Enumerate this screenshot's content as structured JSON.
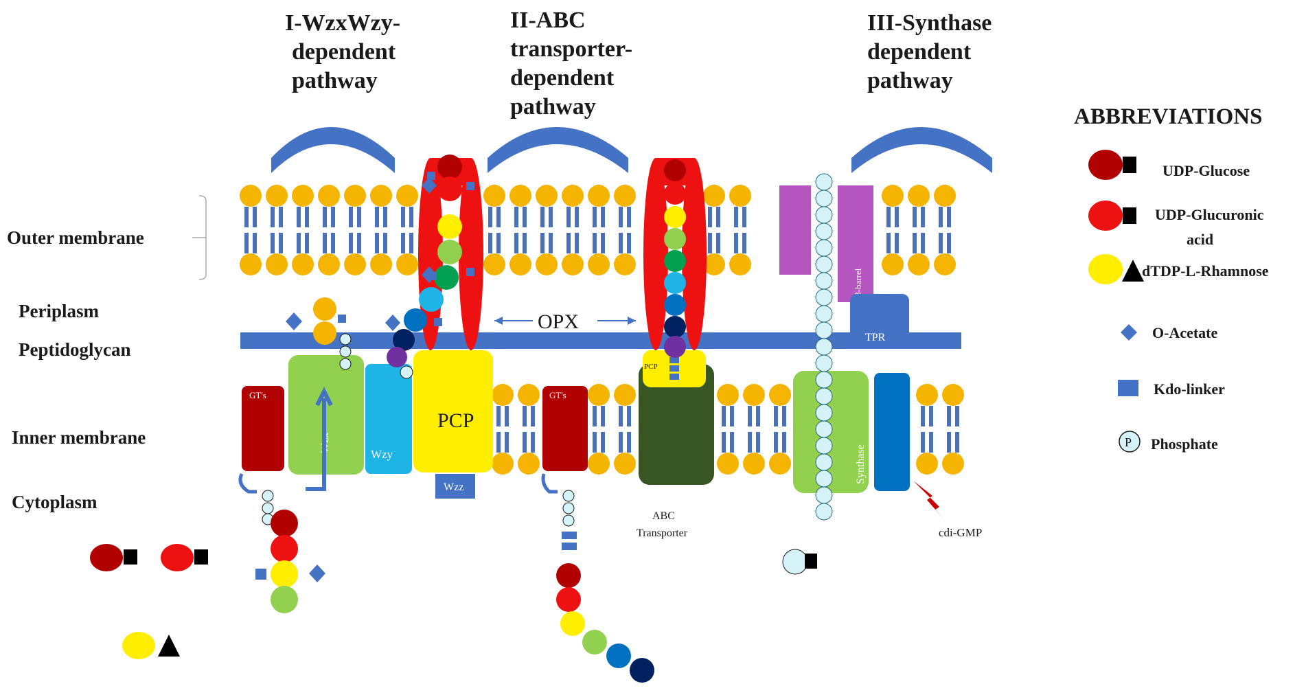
{
  "pathways": {
    "wzx": [
      "I-WzxWzy-",
      "dependent",
      "pathway"
    ],
    "abc": [
      "II-ABC",
      "transporter-",
      "dependent",
      "pathway"
    ],
    "synthase": [
      "III-Synthase",
      "dependent",
      "pathway"
    ]
  },
  "regions": {
    "outer_membrane": "Outer membrane",
    "periplasm": "Periplasm",
    "peptidoglycan": "Peptidoglycan",
    "inner_membrane": "Inner membrane",
    "cytoplasm": "Cytoplasm"
  },
  "proteins": {
    "gts_1": "GT's",
    "wzx": "Wzx",
    "wzy": "Wzy",
    "pcp_main": "PCP",
    "wzz": "Wzz",
    "gts_2": "GT's",
    "pcp_small": "PCP",
    "abc_transporter": [
      "ABC",
      "Transporter"
    ],
    "synthase": "Synthase",
    "beta_barrel": "β-barrel",
    "tpr": "TPR",
    "cdi_gmp": "cdi-GMP",
    "opx": "OPX",
    "phosphate_symbol": "P"
  },
  "abbreviations": {
    "heading": "ABBREVIATIONS",
    "items": [
      {
        "label": [
          "UDP-Glucose"
        ],
        "color": "#B00000"
      },
      {
        "label": [
          "UDP-Glucuronic",
          "acid"
        ],
        "color": "#EE1111"
      },
      {
        "label": [
          "dTDP-L-Rhamnose"
        ],
        "color": "#FFEE00"
      },
      {
        "label": [
          "O-Acetate"
        ],
        "color": "#4472C4"
      },
      {
        "label": [
          "Kdo-linker"
        ],
        "color": "#4472C4"
      },
      {
        "label": [
          "Phosphate"
        ],
        "color": "#D4F2F8"
      }
    ]
  },
  "colors": {
    "membrane_head": "#F5B400",
    "membrane_tail": "#4A70B8",
    "peptidoglycan": "#4472C4",
    "cap": "#4472C4",
    "opx_channel": "#EE1111",
    "gts": "#B00000",
    "wzx": "#92D050",
    "wzy": "#1EB4E6",
    "pcp": "#FFEE00",
    "abc": "#375623",
    "synthase": "#92D050",
    "beta_barrel": "#B455C0",
    "tpr": "#4472C4",
    "cdi_gmp": "#CC0000"
  },
  "icons": {
    "o_acetate": "diamond",
    "kdo_linker": "rectangle",
    "phosphate": "circle-P",
    "udp_sugar": "circle-with-square",
    "dtdp_rhamnose": "circle-with-triangle",
    "cdi_gmp": "lightning-bolt"
  }
}
